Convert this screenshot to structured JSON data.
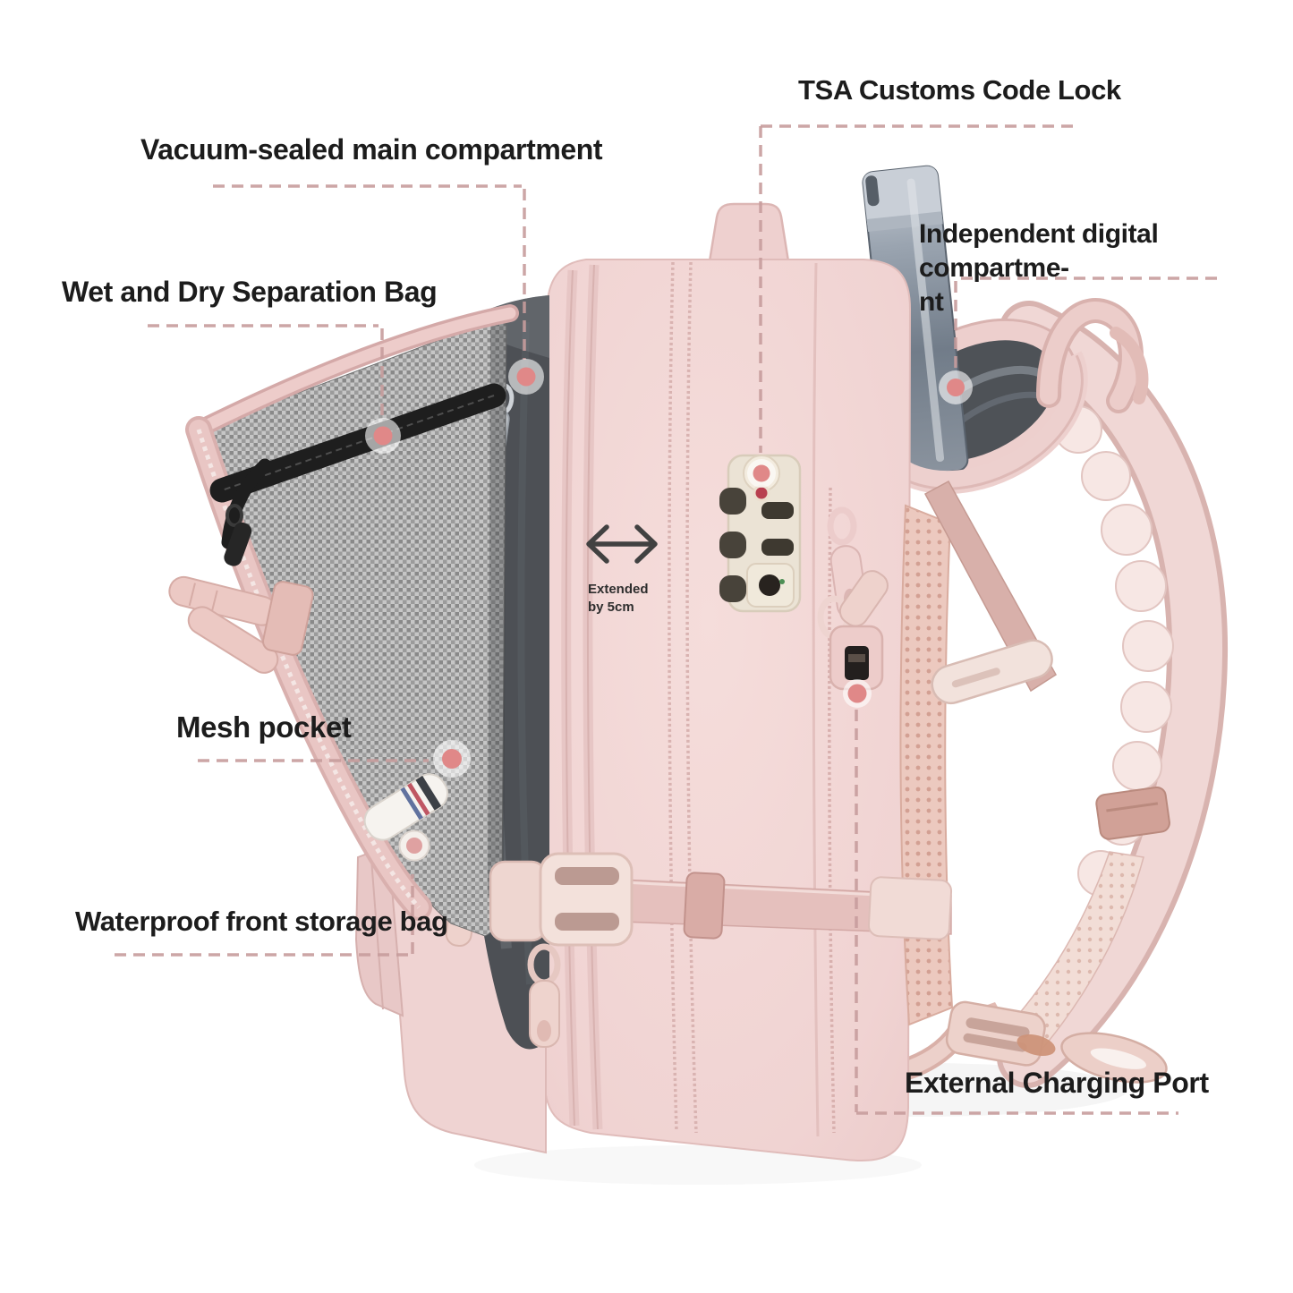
{
  "scene": {
    "description": "Pink travel backpack side view with open mesh flap, phone in top digital pocket, and seven feature callouts",
    "background": "#ffffff"
  },
  "labels": {
    "tsa": "TSA Customs Code Lock",
    "vacuum": "Vacuum-sealed main compartment",
    "digital": "Independent digital compartme-\nnt",
    "wetdry": "Wet and Dry Separation Bag",
    "mesh": "Mesh pocket",
    "waterproof": "Waterproof front storage bag",
    "charging": "External Charging Port",
    "expansion": "Extended\nby 5cm"
  },
  "colors": {
    "background": "#ffffff",
    "label_text": "#1c1c1c",
    "leader_line": "#c79c9c",
    "dot": "#e08888",
    "dot_halo": "rgba(255,255,255,0.60)",
    "bag_pink": "#f1d5d4",
    "bag_trim": "#d9b2b0",
    "interior_dark": "#4d5055",
    "mesh_gray": "#9b9b9b",
    "lock_cream": "#ebe3d5",
    "zipper_black": "#1e1e1e",
    "phone_gray": "#7d8894",
    "back_mesh_pink": "#ecc9bf"
  }
}
